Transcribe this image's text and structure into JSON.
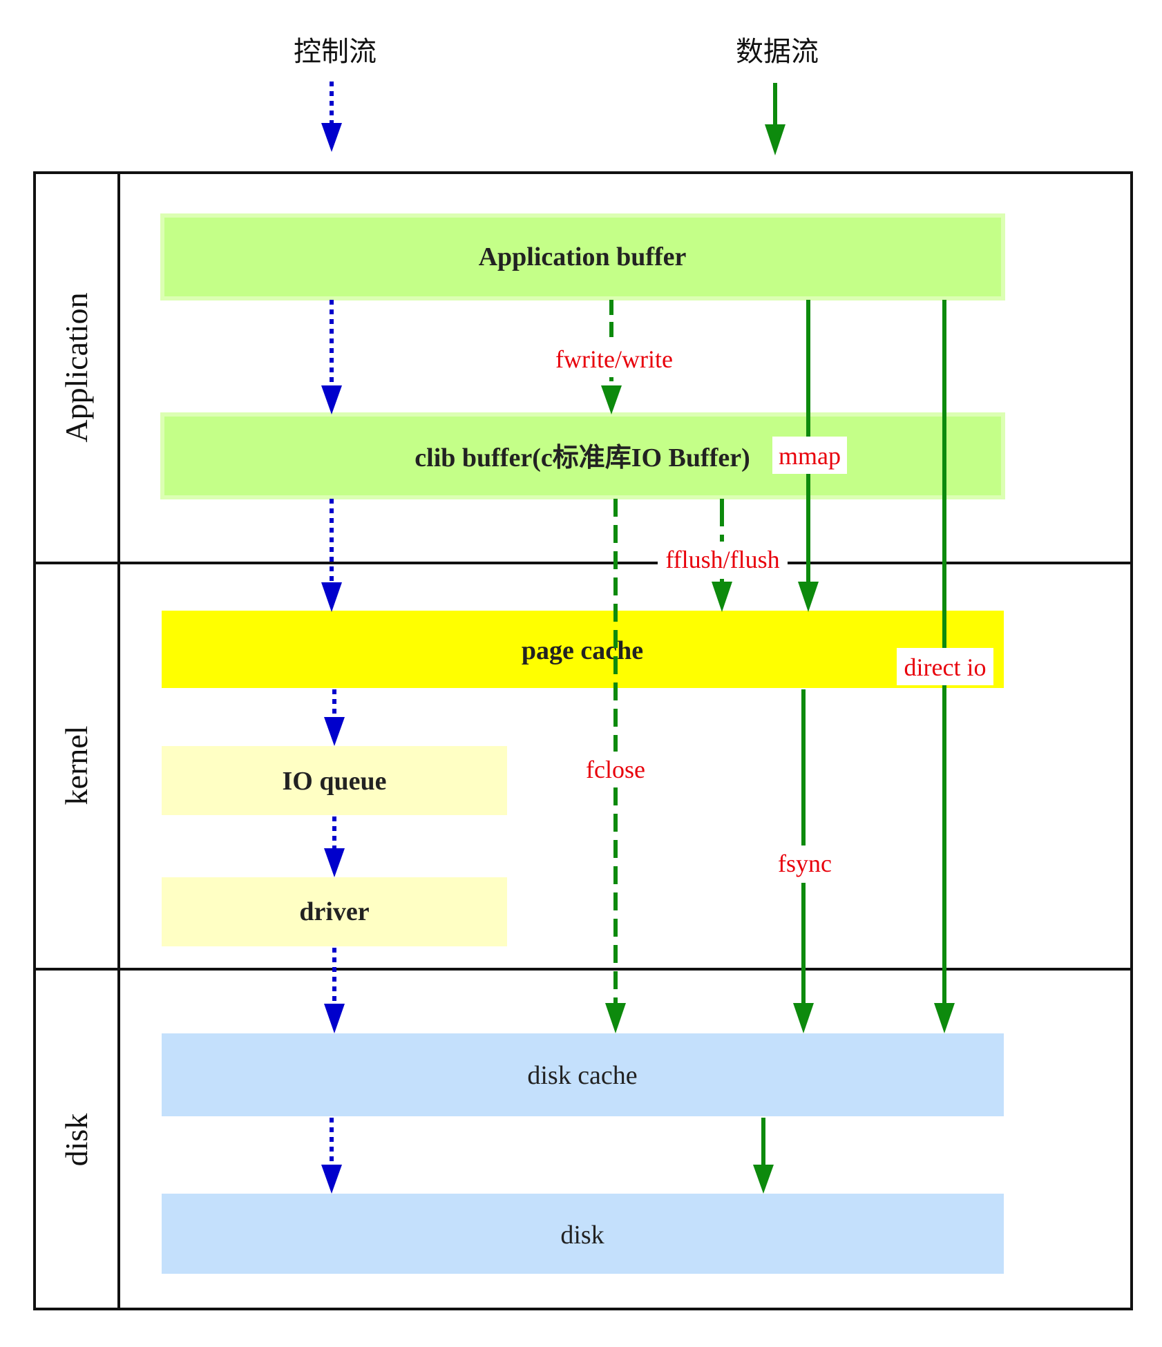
{
  "colors": {
    "control": "#0000cc",
    "data": "#0d8a0d",
    "op_text": "#e8000b",
    "app_box": "#c4ff88",
    "app_box_border": "#dcffb3",
    "page_cache": "#ffff00",
    "kernel_box": "#ffffc4",
    "disk_box": "#c4e0fc",
    "frame": "#111111"
  },
  "legend": {
    "control": "控制流",
    "data": "数据流"
  },
  "lanes": {
    "application": "Application",
    "kernel": "kernel",
    "disk": "disk"
  },
  "boxes": {
    "app_buffer": "Application buffer",
    "clib_buffer": "clib buffer(c标准库IO Buffer)",
    "page_cache": "page cache",
    "io_queue": "IO queue",
    "driver": "driver",
    "disk_cache": "disk cache",
    "disk": "disk"
  },
  "operations": {
    "fwrite": "fwrite/write",
    "mmap": "mmap",
    "fflush": "fflush/flush",
    "direct_io": "direct io",
    "fclose": "fclose",
    "fsync": "fsync"
  }
}
